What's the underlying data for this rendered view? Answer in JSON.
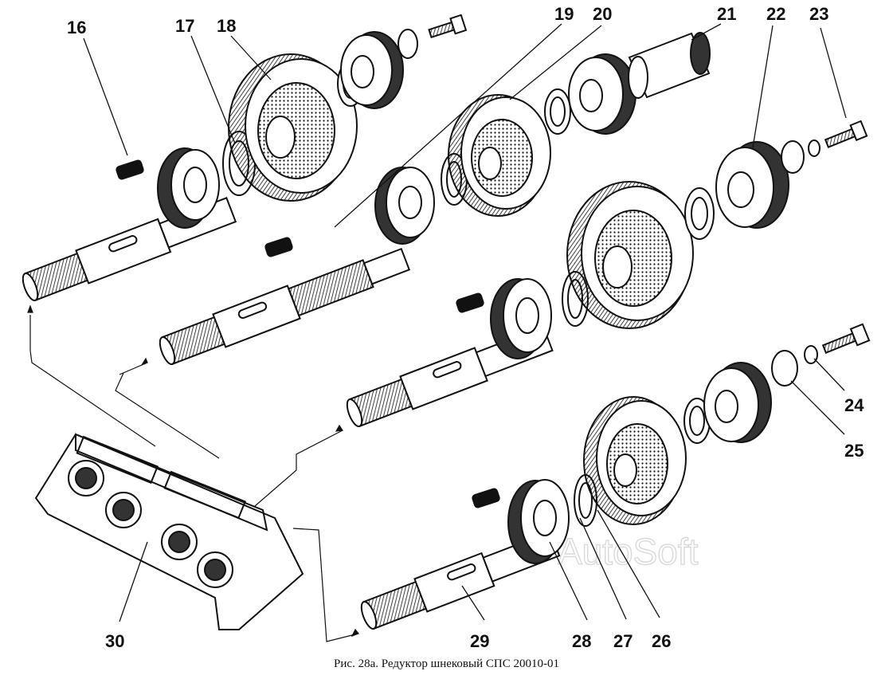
{
  "watermark": "AutoSoft",
  "caption": "Рис. 28а. Редуктор шнековый СПС 20010-01",
  "callouts": [
    "16",
    "17",
    "18",
    "19",
    "20",
    "21",
    "22",
    "23",
    "24",
    "25",
    "26",
    "27",
    "28",
    "29",
    "30"
  ],
  "colors": {
    "ink": "#111111",
    "paper": "#ffffff"
  }
}
